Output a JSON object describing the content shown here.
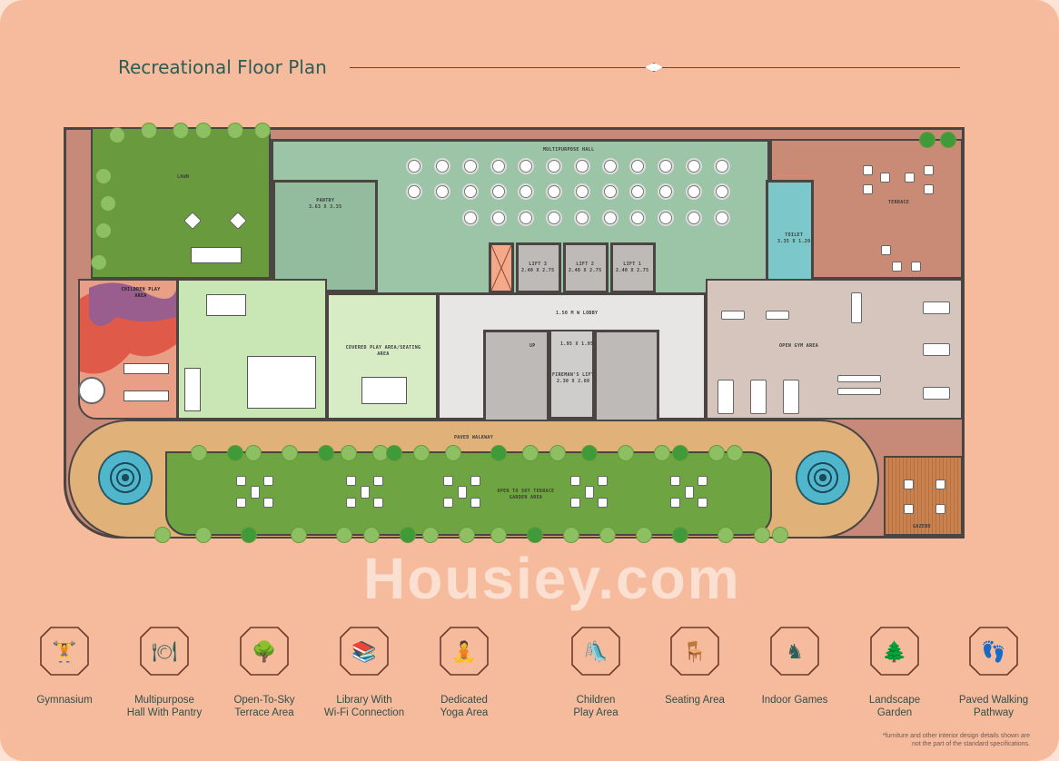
{
  "title": "Recreational Floor Plan",
  "watermark": "Housiey.com",
  "colors": {
    "background": "#f6bb9c",
    "title": "#2d5c55",
    "hall": "#9cc4a6",
    "terrace": "#c98a76",
    "lawn": "#6a9a3e",
    "walkway": "#e0b27a",
    "toilet": "#7cc7c9",
    "gym": "#d5c5bd",
    "lobby": "#e8e6e5"
  },
  "plan": {
    "lawn": "LAWN",
    "children_play": "CHILDREN PLAY AREA",
    "multipurpose_hall": "MULTIPURPOSE HALL",
    "pantry": {
      "name": "PANTRY",
      "size": "3.63 X 3.35"
    },
    "lifts": [
      {
        "name": "LIFT 3",
        "size": "2.40 X 2.75"
      },
      {
        "name": "LIFT 2",
        "size": "2.40 X 2.75"
      },
      {
        "name": "LIFT 1",
        "size": "2.40 X 2.75"
      }
    ],
    "toilet": {
      "name": "TOILET",
      "size": "3.35 X 1.20"
    },
    "terrace": "TERRACE",
    "lobby": "1.50 M W LOBBY",
    "covered_play": "COVERED PLAY AREA/SEATING AREA",
    "shaft": "1.95 X 1.95",
    "fireman_lift": {
      "name": "FIREMAN'S LIFT",
      "size": "2.30 X 2.60"
    },
    "stair_up": "UP",
    "open_gym": "OPEN GYM AREA",
    "paved_walkway": "PAVED WALKWAY",
    "terrace_garden": "OPEN TO SKY TERRACE GARDEN AREA",
    "gazebo": "GAZEBO"
  },
  "amenities": [
    {
      "icon": "gym-icon",
      "label": "Gymnasium"
    },
    {
      "icon": "dining-table-icon",
      "label": "Multipurpose\nHall With Pantry"
    },
    {
      "icon": "trees-icon",
      "label": "Open-To-Sky\nTerrace Area"
    },
    {
      "icon": "books-wifi-icon",
      "label": "Library With\nWi-Fi Connection"
    },
    {
      "icon": "yoga-icon",
      "label": "Dedicated\nYoga Area"
    },
    {
      "icon": "playground-icon",
      "label": "Children\nPlay Area"
    },
    {
      "icon": "bench-icon",
      "label": "Seating Area"
    },
    {
      "icon": "chess-icon",
      "label": "Indoor Games"
    },
    {
      "icon": "tree-bench-icon",
      "label": "Landscape\nGarden"
    },
    {
      "icon": "footprints-icon",
      "label": "Paved Walking\nPathway"
    }
  ],
  "footnote": "*furniture and other interior design details shown are\nnot the part of the standard specifications."
}
